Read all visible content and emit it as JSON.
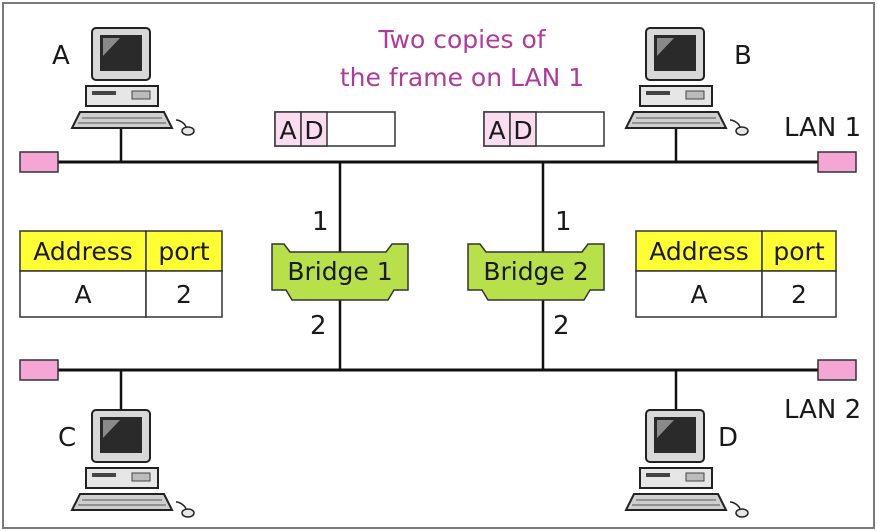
{
  "caption": {
    "line1": "Two copies of",
    "line2": "the frame on LAN 1"
  },
  "lans": {
    "lan1": "LAN 1",
    "lan2": "LAN 2"
  },
  "stations": {
    "a": "A",
    "b": "B",
    "c": "C",
    "d": "D"
  },
  "frames": {
    "left": {
      "src": "A",
      "dst": "D"
    },
    "right": {
      "src": "A",
      "dst": "D"
    }
  },
  "bridges": {
    "b1": {
      "label": "Bridge 1",
      "port_top": "1",
      "port_bottom": "2"
    },
    "b2": {
      "label": "Bridge 2",
      "port_top": "1",
      "port_bottom": "2"
    }
  },
  "tables": {
    "left": {
      "headers": [
        "Address",
        "port"
      ],
      "rows": [
        [
          "A",
          "2"
        ]
      ]
    },
    "right": {
      "headers": [
        "Address",
        "port"
      ],
      "rows": [
        [
          "A",
          "2"
        ]
      ]
    }
  },
  "colors": {
    "caption": "#b03a9c",
    "terminator": "#f4a6d4",
    "frame_cell": "#f9dcef",
    "table_header": "#ffff33",
    "bridge": "#b8e04a",
    "border": "#7a7a7a"
  }
}
